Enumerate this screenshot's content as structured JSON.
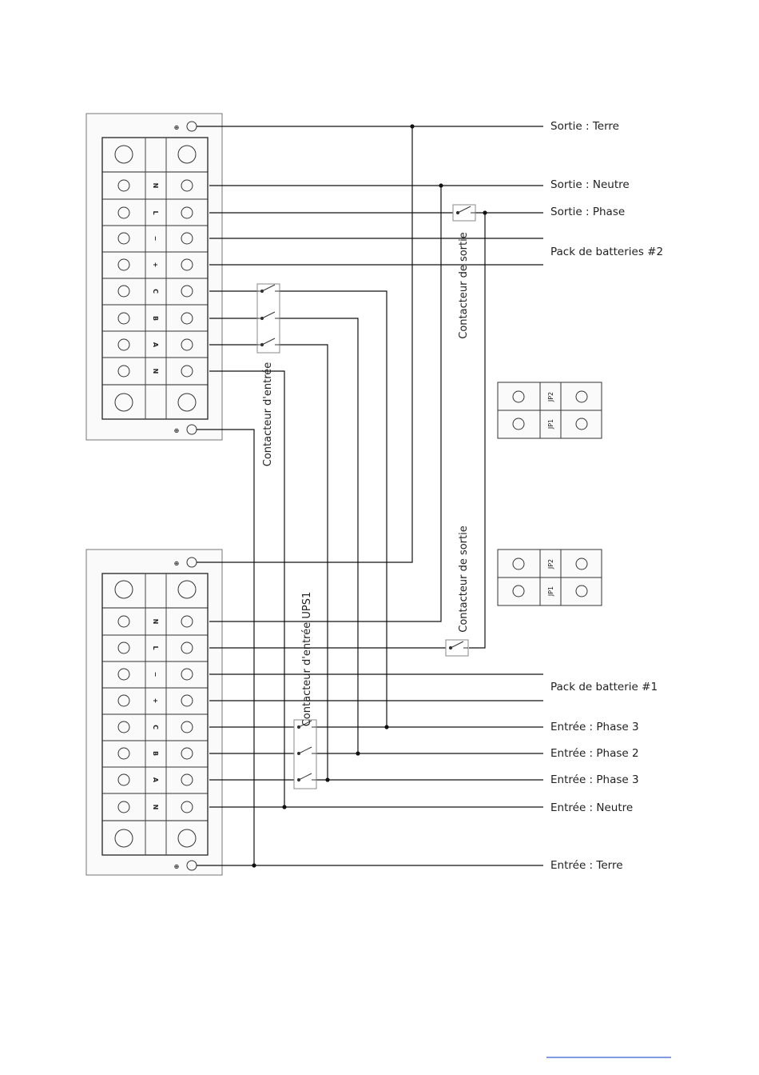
{
  "labels": {
    "sortie_terre": "Sortie : Terre",
    "sortie_neutre": "Sortie : Neutre",
    "sortie_phase": "Sortie : Phase",
    "pack_2": "Pack de batteries #2",
    "pack_1": "Pack de batterie #1",
    "entree_phase3_top": "Entrée : Phase 3",
    "entree_phase2": "Entrée : Phase 2",
    "entree_phase3_bottom": "Entrée : Phase 3",
    "entree_neutre": "Entrée : Neutre",
    "entree_terre": "Entrée : Terre"
  },
  "rotated_labels": {
    "contacteur_sortie_top": "Contacteur de sortie",
    "contacteur_sortie_bottom": "Contacteur de sortie",
    "contacteur_entree": "Contacteur d'entrée",
    "contacteur_entree_ups1": "Contacteur d'entrée UPS1"
  },
  "terminals": [
    "N",
    "L",
    "−",
    "+",
    "C",
    "B",
    "A",
    "N"
  ],
  "ground_symbol": "⊕",
  "jumpers": [
    "JP2",
    "JP1"
  ]
}
